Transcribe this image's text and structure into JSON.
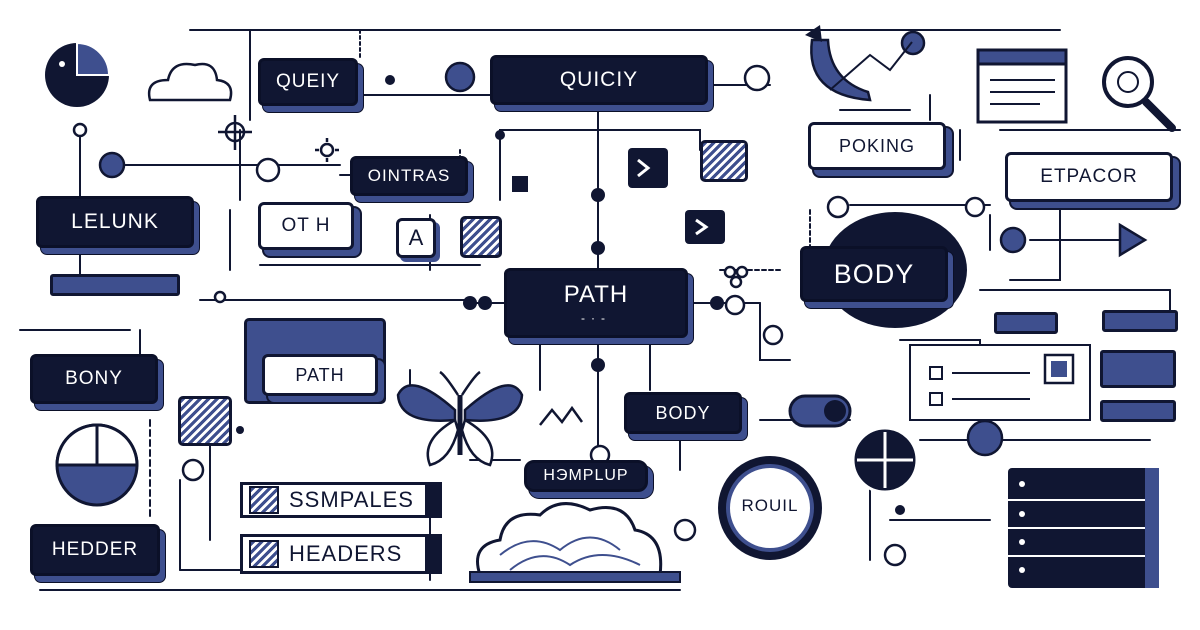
{
  "nodes": {
    "queiy": "QUEIY",
    "quiciy": "QUICIY",
    "poking": "POKING",
    "etpacor": "ETPACOR",
    "lelunk": "LELUNK",
    "ointras": "OINTRAS",
    "oth": "OT H",
    "a_key": "A",
    "path_main": "PATH",
    "body_large": "BODY",
    "bony": "BONY",
    "path_secondary": "PATH",
    "body_small": "BODY",
    "hmplup": "HЭMPLUP",
    "roul": "ROUIL",
    "ssmpales": "SSMPALES",
    "headers": "HEADERS",
    "hedder": "HEDDER"
  },
  "colors": {
    "ink": "#101632",
    "accent": "#3e4f8e",
    "background": "#ffffff"
  },
  "icons": [
    "pie-chart-icon",
    "cloud-icon",
    "crosshair-icon",
    "gear-icon",
    "magnifier-icon",
    "window-icon",
    "arrow-swoosh-icon",
    "butterfly-icon",
    "cloud-brain-icon",
    "terminal-icon",
    "server-stack-icon",
    "checklist-icon",
    "dial-icon",
    "toggle-icon",
    "play-icon"
  ]
}
